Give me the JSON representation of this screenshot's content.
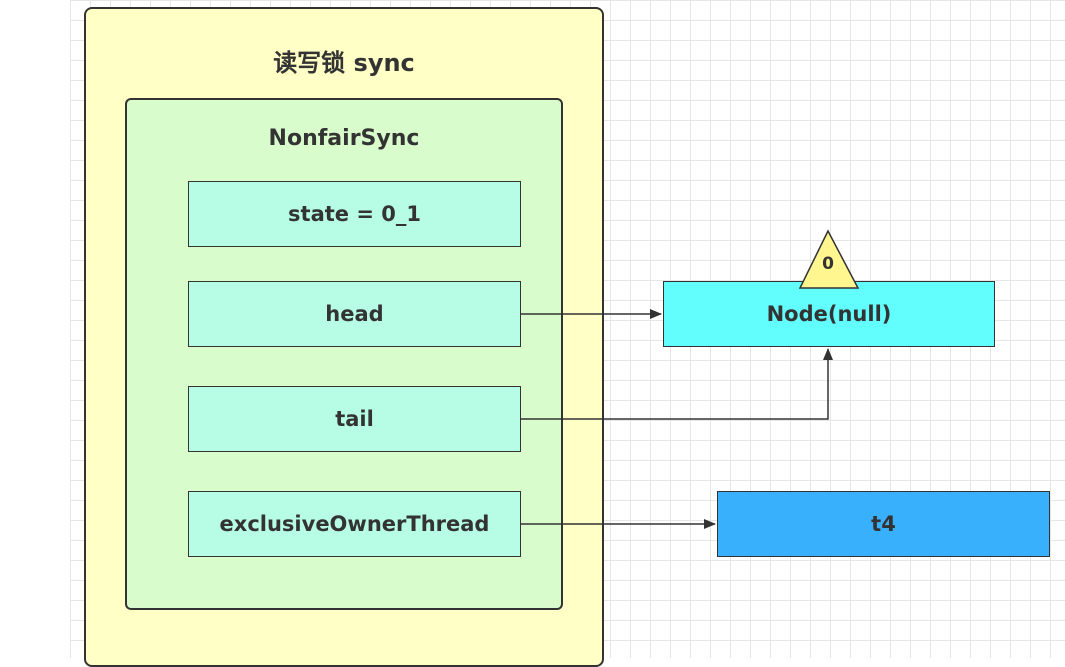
{
  "lock": {
    "title": "读写锁 sync"
  },
  "sync": {
    "title": "NonfairSync"
  },
  "fields": {
    "state": "state = 0_1",
    "head": "head",
    "tail": "tail",
    "owner": "exclusiveOwnerThread"
  },
  "node": {
    "label": "Node(null)",
    "waitstatus": "0"
  },
  "thread": {
    "label": "t4"
  },
  "colors": {
    "outer_fill": "#ffffc6",
    "inner_fill": "#d8fccb",
    "field_fill": "#b7fde5",
    "node_fill": "#62fdfd",
    "thread_fill": "#39b0fc",
    "triangle_fill": "#fff68f"
  }
}
